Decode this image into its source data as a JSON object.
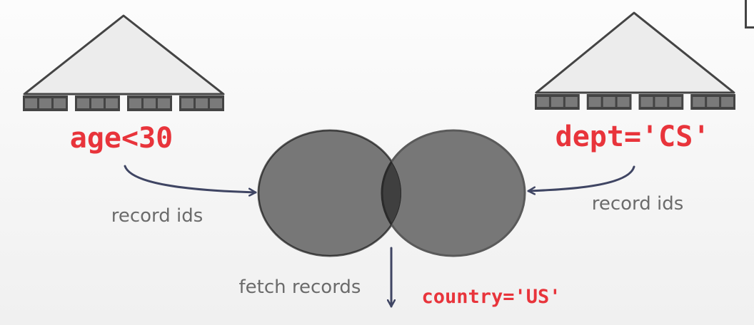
{
  "left_index": {
    "predicate": "age<30",
    "arrow_label": "record ids"
  },
  "right_index": {
    "predicate": "dept='CS'",
    "arrow_label": "record ids"
  },
  "output": {
    "arrow_label": "fetch records",
    "predicate": "country='US'"
  },
  "colors": {
    "predicate": "#e8343b",
    "label": "#6b6b6b",
    "arrow": "#3f4563",
    "tree_fill": "#ececec",
    "tree_stroke": "#444444",
    "leaf_fill": "#7a7a7a",
    "circle_fill": "#777777",
    "circle_stroke": "#5a5a5a",
    "intersection_fill": "#3f3f3f"
  }
}
